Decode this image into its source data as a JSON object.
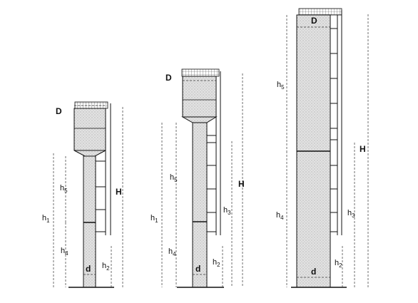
{
  "towers": [
    {
      "id": "tower-1",
      "labels": {
        "D": "D",
        "d": "d",
        "H": "H",
        "h1": "h",
        "h1_sub": "1",
        "h2": "h",
        "h2_sub": "2",
        "h4": "h",
        "h4_sub": "4",
        "h5": "h",
        "h5_sub": "5"
      }
    },
    {
      "id": "tower-2",
      "labels": {
        "D": "D",
        "d": "d",
        "H": "H",
        "h1": "h",
        "h1_sub": "1",
        "h2": "h",
        "h2_sub": "2",
        "h3": "h",
        "h3_sub": "3",
        "h4": "h",
        "h4_sub": "4",
        "h5": "h",
        "h5_sub": "5"
      }
    },
    {
      "id": "tower-3",
      "labels": {
        "D": "D",
        "d": "d",
        "H": "H",
        "h2": "h",
        "h2_sub": "2",
        "h3": "h",
        "h3_sub": "3",
        "h4": "h",
        "h4_sub": "4",
        "h5": "h",
        "h5_sub": "5"
      }
    }
  ],
  "colors": {
    "ink": "#111111",
    "fill": "#dcdcdc",
    "fillDark": "#c8c8c8"
  }
}
